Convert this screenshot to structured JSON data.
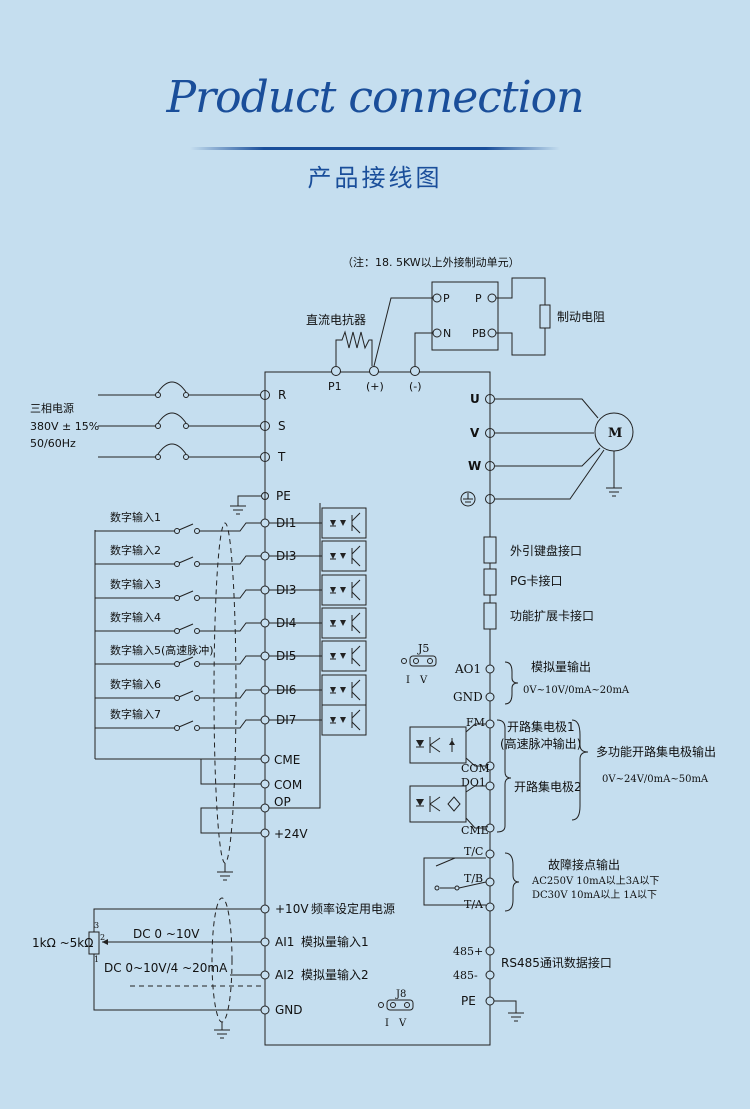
{
  "header": {
    "title": "Product connection",
    "subtitle": "产品接线图"
  },
  "top": {
    "note": "（注：18. 5KW以上外接制动单元）",
    "reactor_label": "直流电抗器",
    "brake_resistor_label": "制动电阻",
    "brake_unit_terminals": [
      "P",
      "N",
      "P",
      "PB"
    ],
    "bus_terminals": [
      "P1",
      "(+)",
      "(-)"
    ]
  },
  "power_input": {
    "label_line1": "三相电源",
    "label_line2": "380V ± 15%",
    "label_line3": "50/60Hz",
    "terminals": [
      "R",
      "S",
      "T",
      "PE"
    ]
  },
  "output": {
    "terminals": [
      "U",
      "V",
      "W"
    ],
    "motor_label": "M"
  },
  "digital_inputs": [
    {
      "label": "数字输入1",
      "terminal": "DI1"
    },
    {
      "label": "数字输入2",
      "terminal": "DI3"
    },
    {
      "label": "数字输入3",
      "terminal": "DI3"
    },
    {
      "label": "数字输入4",
      "terminal": "DI4"
    },
    {
      "label": "数字输入5(高速脉冲)",
      "terminal": "DI5"
    },
    {
      "label": "数字输入6",
      "terminal": "DI6"
    },
    {
      "label": "数字输入7",
      "terminal": "DI7"
    }
  ],
  "common_terminals": [
    "CME",
    "COM",
    "OP",
    "+24V"
  ],
  "connectors": [
    "外引键盘接口",
    "PG卡接口",
    "功能扩展卡接口"
  ],
  "analog_output": {
    "jumper": "J5",
    "jumper_pins": [
      "I",
      "V"
    ],
    "terminals": [
      "AO1",
      "GND"
    ],
    "label": "模拟量输出",
    "range": "0V~10V/0mA~20mA"
  },
  "open_collector": {
    "terminals": [
      "FM",
      "COM",
      "DO1",
      "CME"
    ],
    "fm_label": "开路集电极1",
    "fm_sub": "(高速脉冲输出)",
    "do_label": "开路集电极2",
    "group_label": "多功能开路集电极输出",
    "range": "0V~24V/0mA~50mA"
  },
  "relay": {
    "terminals": [
      "T/C",
      "T/B",
      "T/A"
    ],
    "label": "故障接点输出",
    "spec1": "AC250V 10mA以上3A以下",
    "spec2": "DC30V  10mA以上  1A以下"
  },
  "analog_inputs": {
    "pot_label": "1kΩ ~5kΩ",
    "pot_pins": [
      "3",
      "2",
      "1"
    ],
    "dc1": "DC 0 ~10V",
    "dc2": "DC 0~10V/4 ~20mA",
    "terminals": [
      "+10V",
      "AI1",
      "AI2",
      "GND"
    ],
    "plus10_label": "频率设定用电源",
    "ai1_label": "模拟量输入1",
    "ai2_label": "模拟量输入2"
  },
  "comm": {
    "terminals": [
      "485+",
      "485-",
      "PE"
    ],
    "label": "RS485通讯数据接口",
    "jumper": "J8",
    "jumper_pins": [
      "I",
      "V"
    ]
  }
}
